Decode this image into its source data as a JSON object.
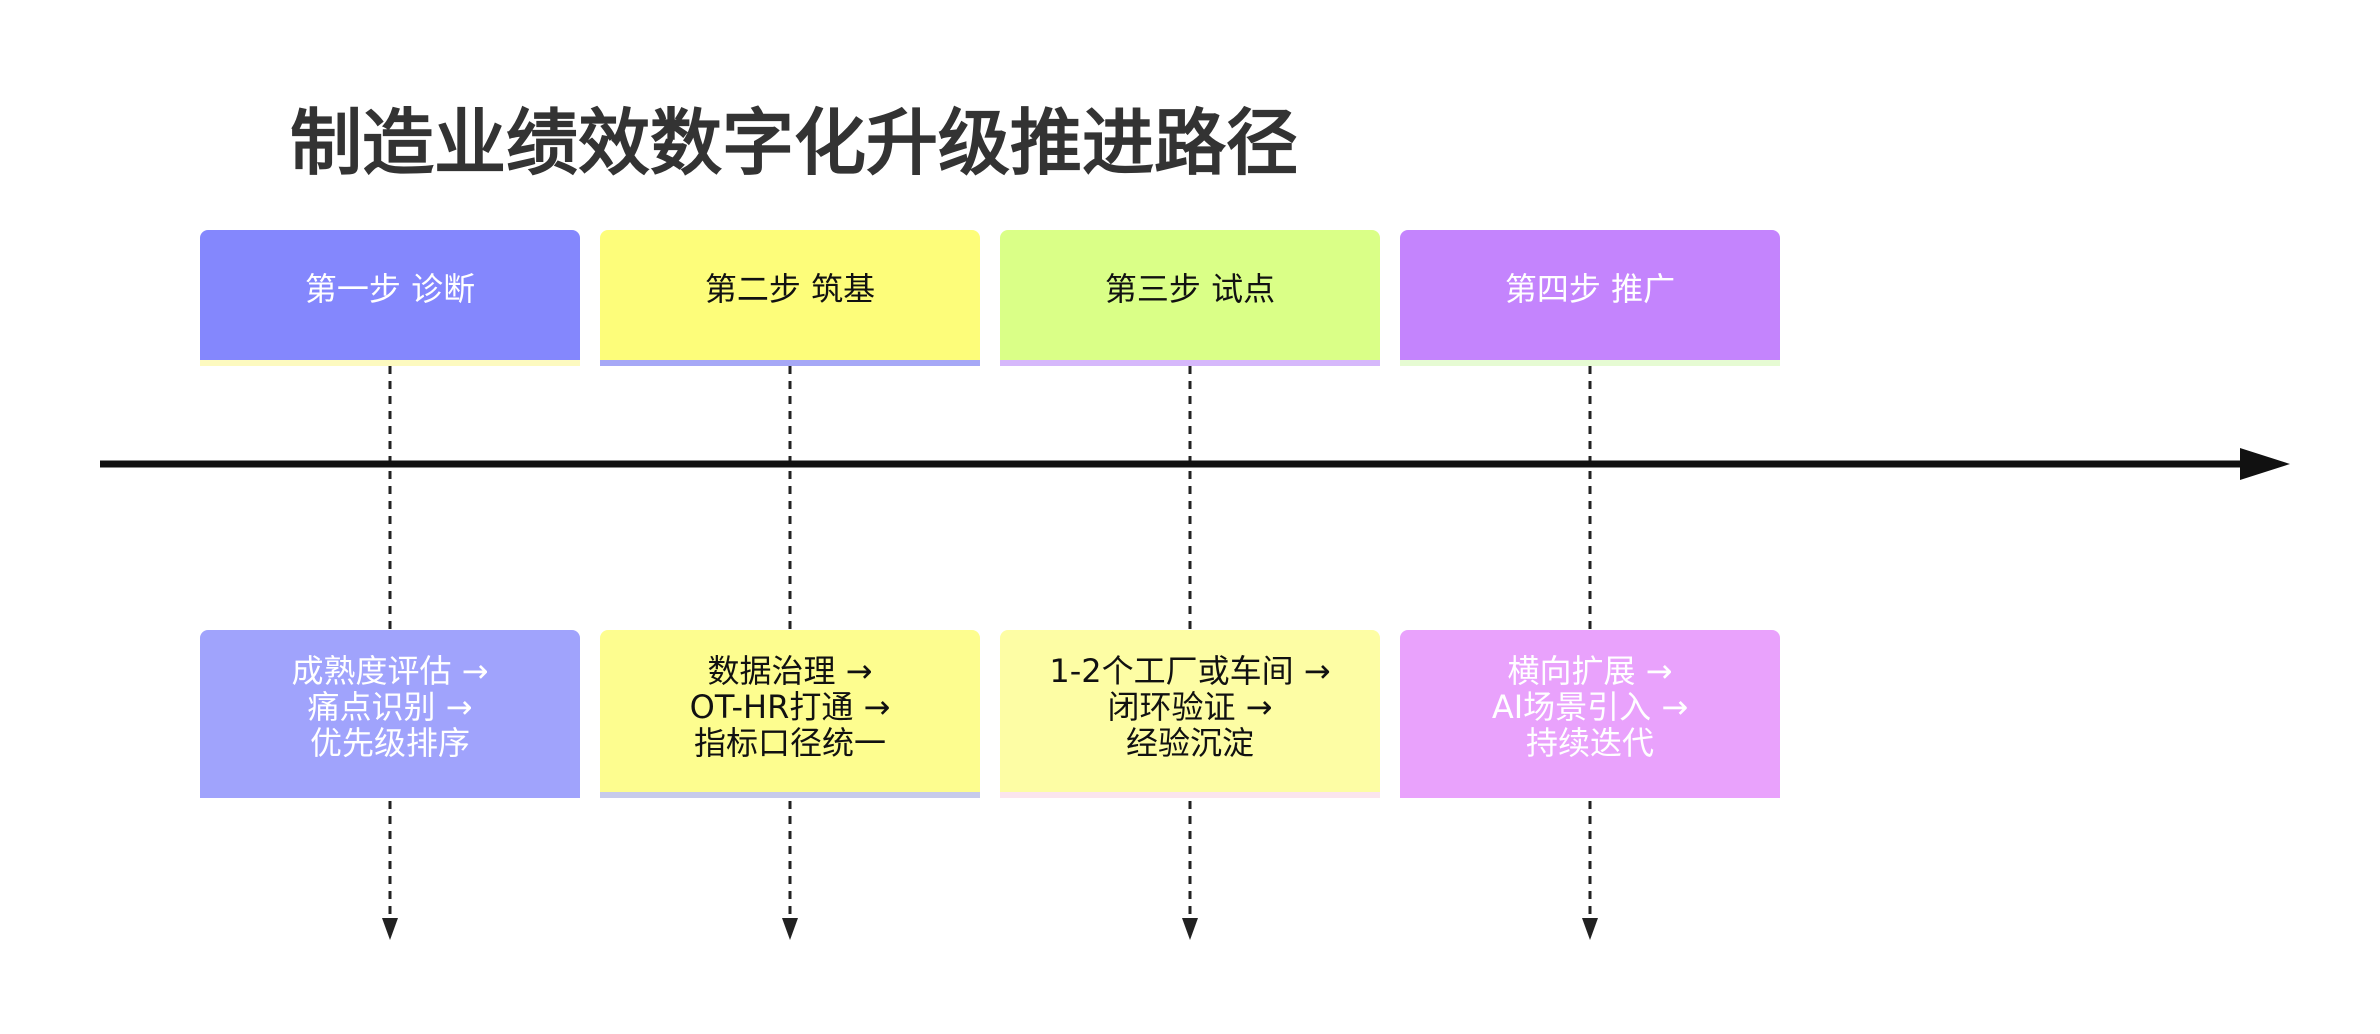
{
  "title": "制造业绩效数字化升级推进路径",
  "steps": [
    {
      "header": "第一步 诊断",
      "header_bg": "#8487fd",
      "header_text": "#ffffff",
      "header_accent": "#fdfac0",
      "detail_lines": [
        "成熟度评估 →",
        "痛点识别 →",
        "优先级排序"
      ],
      "detail_bg": "#a0a3fc",
      "detail_text": "#ffffff",
      "detail_accent": "#a0a3fc"
    },
    {
      "header": "第二步 筑基",
      "header_bg": "#fdfd7a",
      "header_text": "#111111",
      "header_accent": "#a6a8f6",
      "detail_lines": [
        "数据治理 →",
        "OT-HR打通 →",
        "指标口径统一"
      ],
      "detail_bg": "#fdfd8f",
      "detail_text": "#111111",
      "detail_accent": "#c7cbea"
    },
    {
      "header": "第三步 试点",
      "header_bg": "#daff87",
      "header_text": "#111111",
      "header_accent": "#d6b8fb",
      "detail_lines": [
        "1-2个工厂或车间 →",
        "闭环验证 →",
        "经验沉淀"
      ],
      "detail_bg": "#fdfda4",
      "detail_text": "#111111",
      "detail_accent": "#fbe5ee"
    },
    {
      "header": "第四步 推广",
      "header_bg": "#c484fd",
      "header_text": "#ffffff",
      "header_accent": "#e6fbd3",
      "detail_lines": [
        "横向扩展 →",
        "AI场景引入 →",
        "持续迭代"
      ],
      "detail_bg": "#e9a2fc",
      "detail_text": "#ffffff",
      "detail_accent": "#e9a2fc"
    }
  ]
}
